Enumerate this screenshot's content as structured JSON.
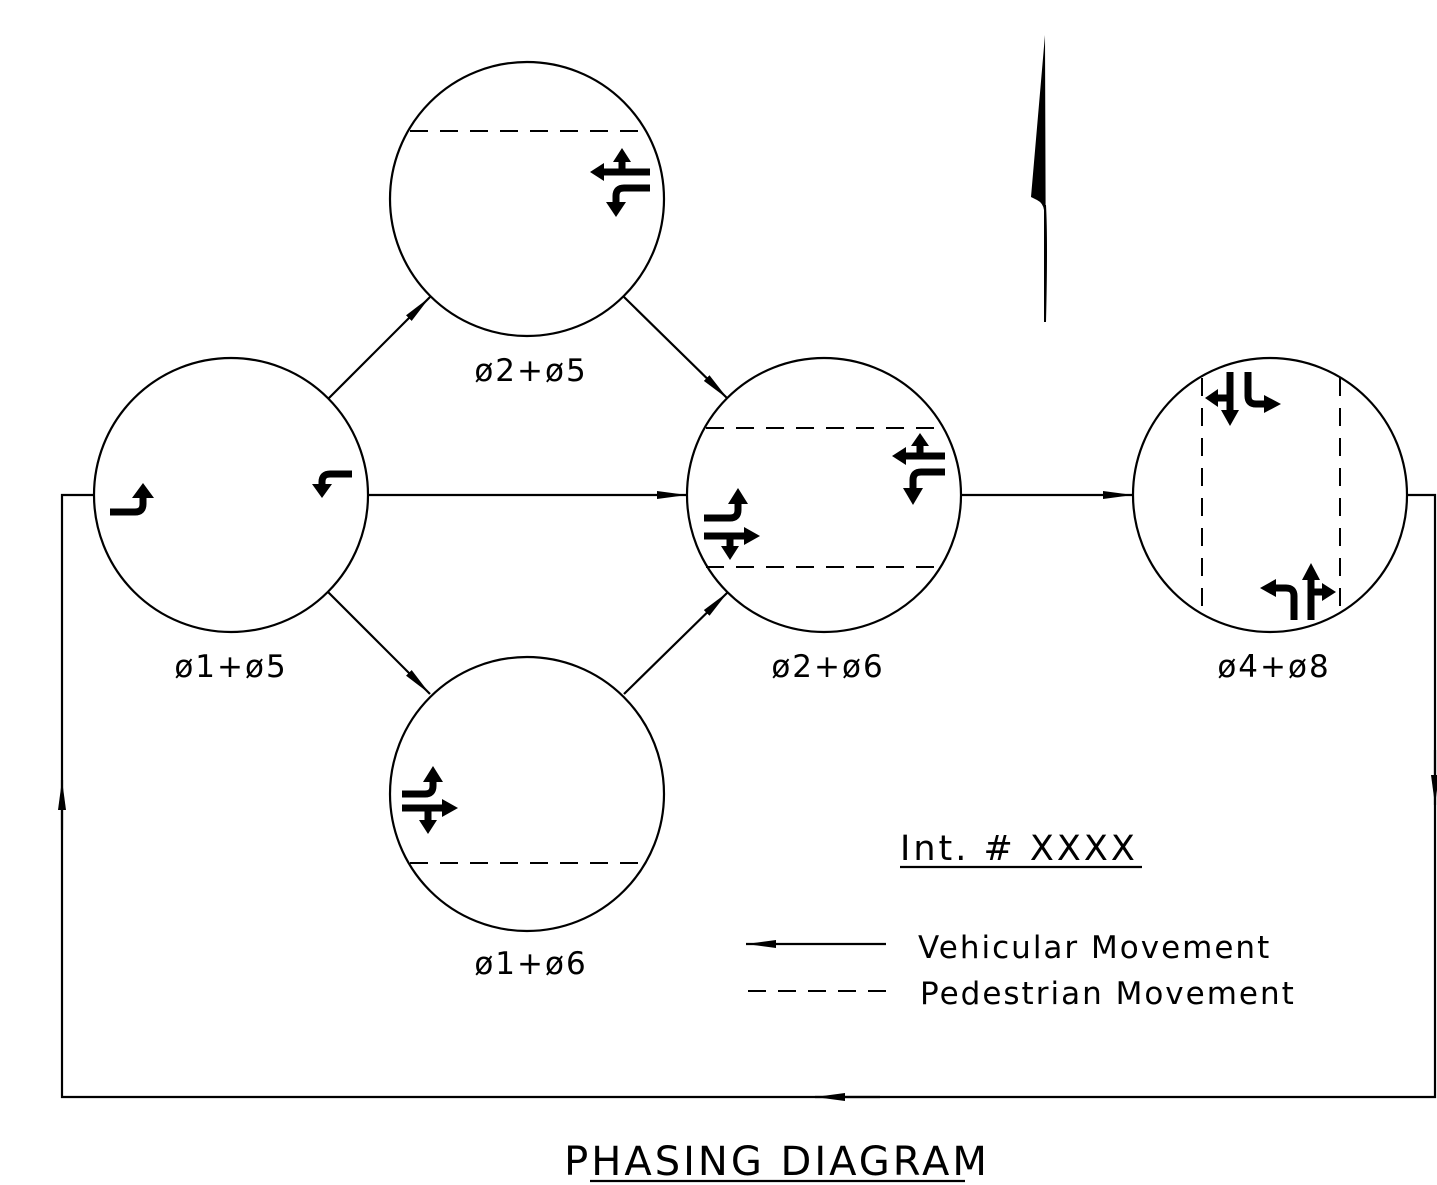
{
  "title": "PHASING DIAGRAM",
  "intersection_label": "Int. # XXXX",
  "phases": [
    {
      "id": "p15",
      "label": "ø1+ø5"
    },
    {
      "id": "p25",
      "label": "ø2+ø5"
    },
    {
      "id": "p16",
      "label": "ø1+ø6"
    },
    {
      "id": "p26",
      "label": "ø2+ø6"
    },
    {
      "id": "p48",
      "label": "ø4+ø8"
    }
  ],
  "legend": {
    "vehicular": "Vehicular Movement",
    "pedestrian": "Pedestrian Movement"
  },
  "colors": {
    "line": "#000000",
    "background": "#ffffff"
  },
  "icons": {
    "north": "north-arrow-icon"
  }
}
